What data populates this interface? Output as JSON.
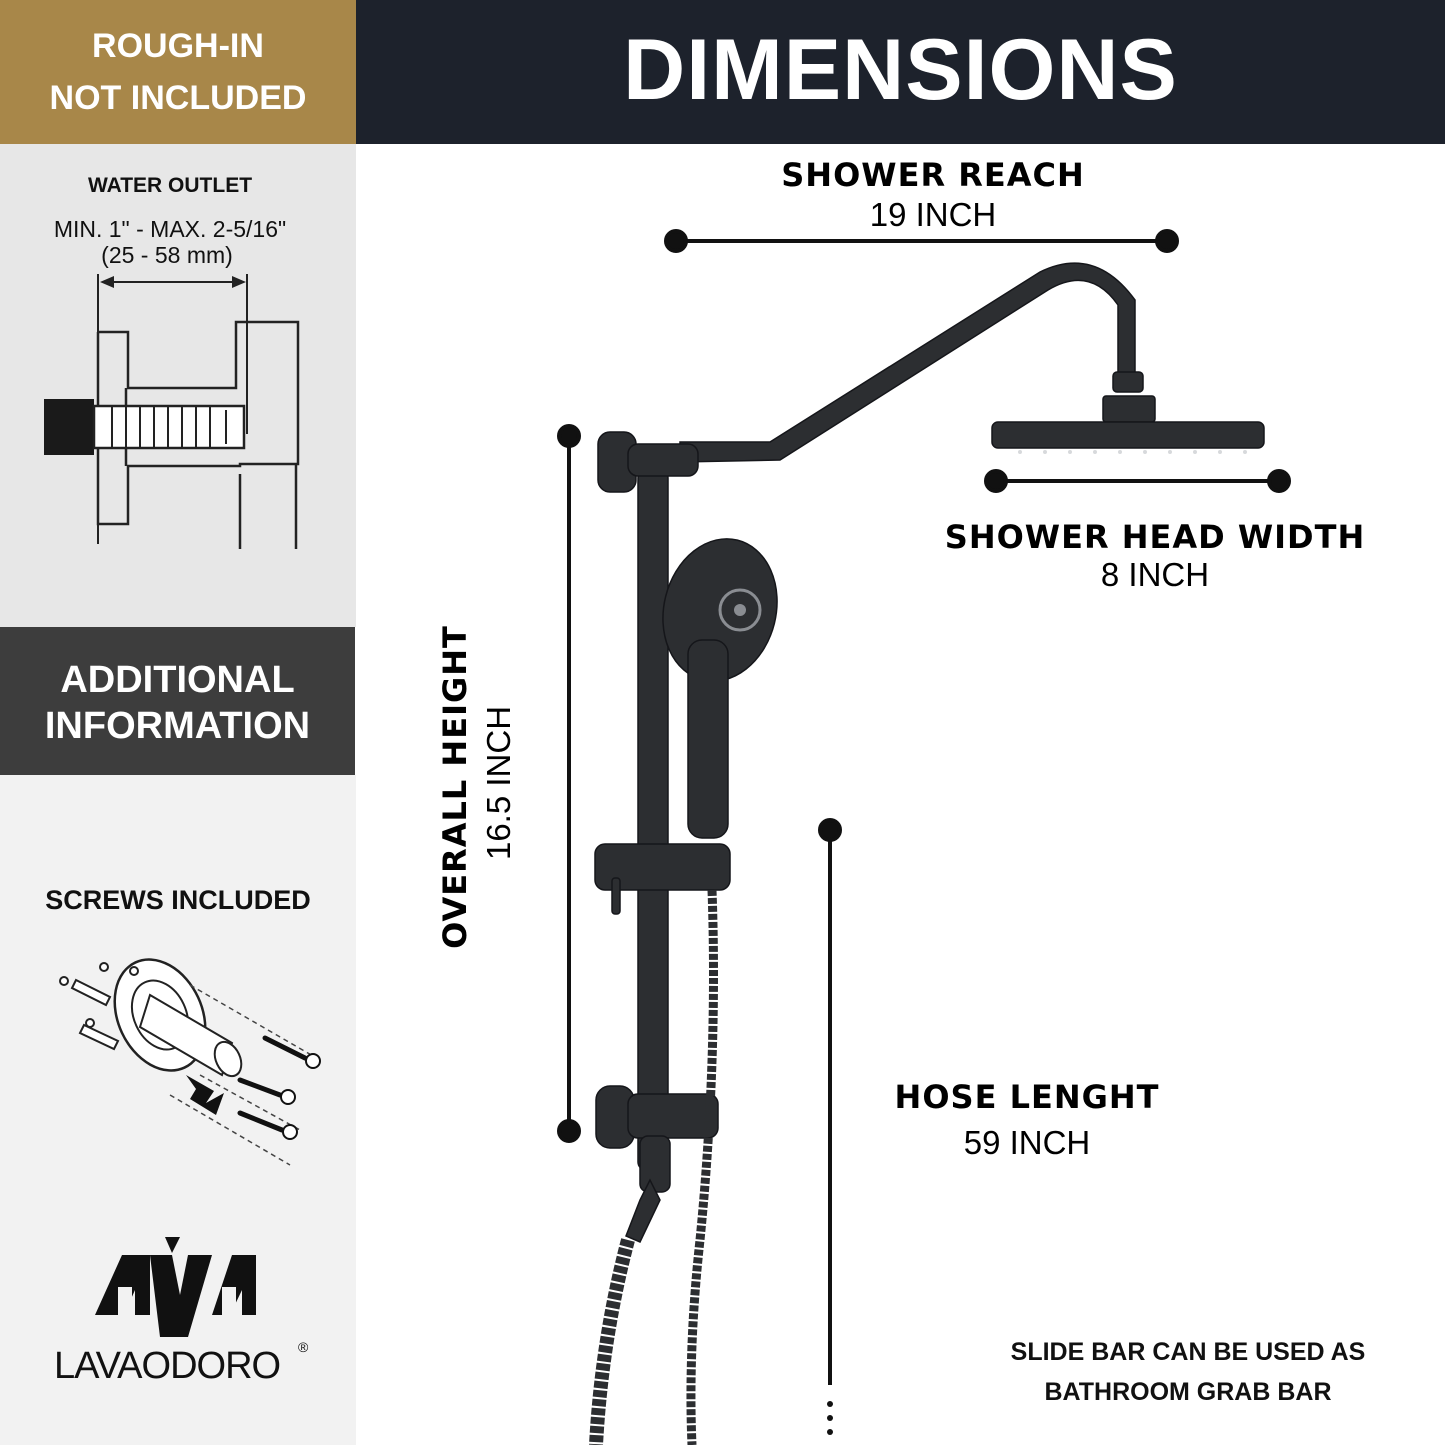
{
  "rough_in": {
    "line1": "ROUGH-IN",
    "line2": "NOT INCLUDED"
  },
  "header": {
    "title": "DIMENSIONS"
  },
  "water_outlet": {
    "title": "WATER OUTLET",
    "range": "MIN. 1\" - MAX. 2-5/16\"",
    "metric": "(25 - 58 mm)"
  },
  "additional": {
    "line1": "ADDITIONAL",
    "line2": "INFORMATION"
  },
  "screws": {
    "label": "SCREWS INCLUDED"
  },
  "brand": {
    "name": "LAVAODORO",
    "registered": "®"
  },
  "dimensions": {
    "shower_reach": {
      "label": "SHOWER REACH",
      "value": "19 INCH"
    },
    "shower_head_width": {
      "label": "SHOWER HEAD WIDTH",
      "value": "8 INCH"
    },
    "overall_height": {
      "label": "OVERALL HEIGHT",
      "value": "16.5 INCH"
    },
    "hose_length": {
      "label": "HOSE LENGHT",
      "value": "59 INCH"
    }
  },
  "note": {
    "line1": "SLIDE BAR CAN BE USED AS",
    "line2": "BATHROOM GRAB BAR"
  },
  "colors": {
    "gold": "#a88749",
    "dark_header": "#1d222c",
    "dark_gray": "#3d3d3d",
    "fixture": "#2c2e31"
  }
}
